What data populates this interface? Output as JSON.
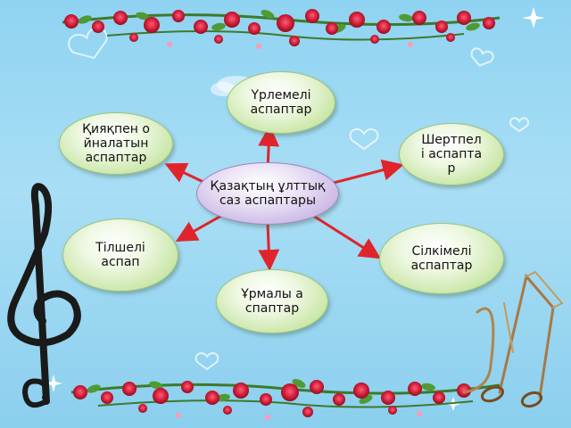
{
  "diagram": {
    "center": "Қазақтың ұлттық саз аспаптары",
    "branches": [
      {
        "id": "top",
        "label": "Үрлемелі аспаптар"
      },
      {
        "id": "upper-left",
        "label": "Қияқпен ойналатын аспаптар"
      },
      {
        "id": "upper-right",
        "label": "Шертпелі аспаптар"
      },
      {
        "id": "lower-left",
        "label": "Тілшелі аспап"
      },
      {
        "id": "lower-right",
        "label": "Сілкімелі аспаптар"
      },
      {
        "id": "bottom",
        "label": "Ұрмалы аспаптар"
      }
    ]
  },
  "colors": {
    "background": "#9ad7f3",
    "branch_fill": "#c9e6a6",
    "center_fill": "#c9b6e4",
    "arrow": "#e0242c",
    "roses": "#c8182e",
    "treble_clef": "#1a1a1a"
  },
  "decorations": {
    "top_border": "rose-garland",
    "bottom_border": "rose-garland",
    "left_symbol": "treble-clef-icon",
    "right_symbol": "music-notes-icon"
  }
}
